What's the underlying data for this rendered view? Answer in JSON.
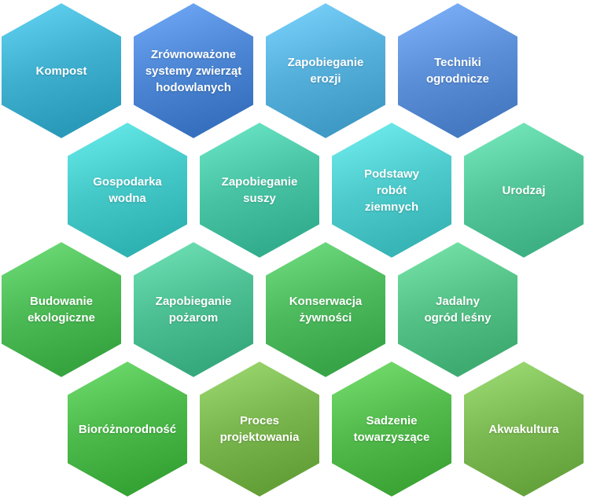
{
  "diagram": {
    "hexagons": [
      {
        "id": "kompost",
        "label": "Kompost",
        "color": "#3fb0cf"
      },
      {
        "id": "systemy",
        "label": "Zrównoważone\nsystemy zwierząt\nhodowlanych",
        "color": "#4c86d4"
      },
      {
        "id": "erozja",
        "label": "Zapobieganie\nerozji",
        "color": "#56b0dc"
      },
      {
        "id": "ogrodnicze",
        "label": "Techniki\nogrodnicze",
        "color": "#5b8fd8"
      },
      {
        "id": "woda",
        "label": "Gospodarka\nwodna",
        "color": "#45c8c8"
      },
      {
        "id": "susza",
        "label": "Zapobieganie\nsuszy",
        "color": "#48c4a4"
      },
      {
        "id": "roboty",
        "label": "Podstawy\nrobót\nziemnych",
        "color": "#4ecbcc"
      },
      {
        "id": "urodzaj",
        "label": "Urodzaj",
        "color": "#54c79a"
      },
      {
        "id": "budowanie",
        "label": "Budowanie\nekologiczne",
        "color": "#4cba55"
      },
      {
        "id": "pozar",
        "label": "Zapobieganie\npożarom",
        "color": "#4cbf93"
      },
      {
        "id": "konserwacja",
        "label": "Konserwacja\nżywności",
        "color": "#4dba5d"
      },
      {
        "id": "ogrod",
        "label": "Jadalny\nogród leśny",
        "color": "#54c287"
      },
      {
        "id": "bioroznorodnosc",
        "label": "Bioróżnorodność",
        "color": "#4cb94b"
      },
      {
        "id": "projektowanie",
        "label": "Proces\nprojektowania",
        "color": "#7ab64e"
      },
      {
        "id": "sadzenie",
        "label": "Sadzenie\ntowarzyszące",
        "color": "#52bb4c"
      },
      {
        "id": "akwakultura",
        "label": "Akwakultura",
        "color": "#7bb952"
      }
    ]
  }
}
